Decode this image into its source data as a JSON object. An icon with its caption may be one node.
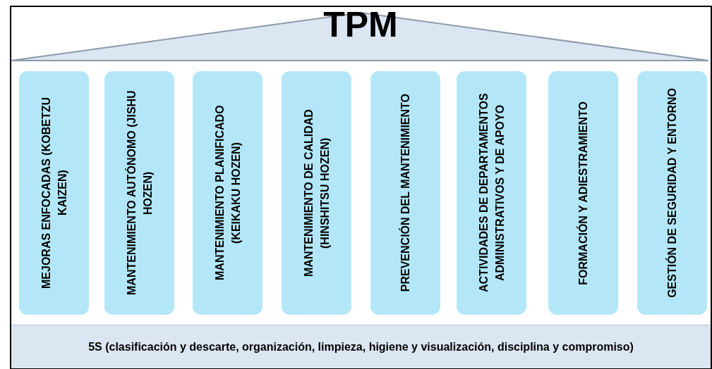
{
  "diagram": {
    "nodes": [
      {
        "text": [
          "TPM"
        ]
      },
      {
        "text": [
          "MEJORAS ENFOCADAS (KOBETZU KAIZEN)"
        ]
      },
      {
        "text": [
          "MANTENIMIENTO AUTÓNOMO (JISHU HOZEN)"
        ]
      },
      {
        "text": [
          "MANTENIMIENTO PLANIFICADO (KEIKAKU HOZEN)"
        ]
      },
      {
        "text": [
          "MANTENIMIENTO DE CALIDAD (HINSHITSU HOZEN)"
        ]
      },
      {
        "text": [
          "PREVENCIÓN DEL MANTENIMIENTO"
        ]
      },
      {
        "text": [
          "ACTIVIDADES DE DEPARTAMENTOS ADMINISTRATIVOS Y DE APOYO"
        ]
      },
      {
        "text": [
          "FORMACIÓN Y ADIESTRAMIENTO"
        ]
      },
      {
        "text": [
          "GESTIÓN DE SEGURIDAD Y ENTORNO"
        ]
      },
      {
        "text": [
          "5S (clasificación y descarte, organización, limpieza, higiene y visualización, disciplina y compromiso)"
        ]
      }
    ]
  }
}
